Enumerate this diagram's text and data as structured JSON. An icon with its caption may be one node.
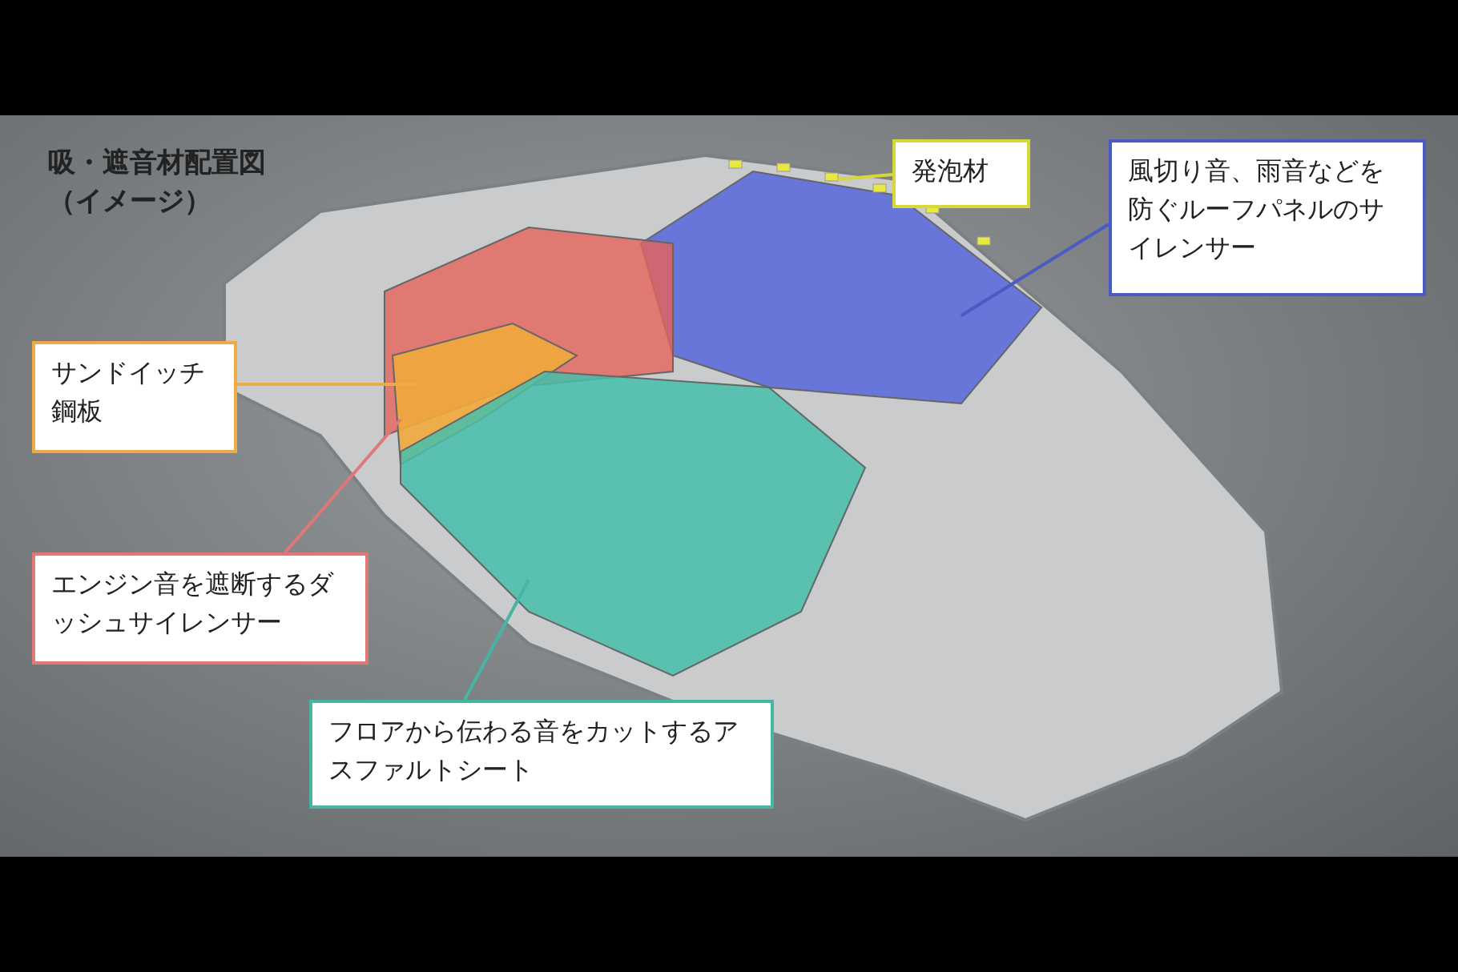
{
  "diagram": {
    "title": "吸・遮音材配置図（イメージ）",
    "nodes": [
      {
        "text": [
          "発泡材"
        ]
      },
      {
        "text": [
          "風切り音、雨音などを防ぐルーフパネルのサイレンサー"
        ]
      },
      {
        "text": [
          "サンドイッチ鋼板"
        ]
      },
      {
        "text": [
          "エンジン音を遮断するダッシュサイレンサー"
        ]
      },
      {
        "text": [
          "フロアから伝わる音をカットするアスファルトシート"
        ]
      },
      {
        "text": [],
        "shape": "picture"
      },
      {
        "text": [],
        "shape": "picture"
      },
      {
        "text": [],
        "shape": "picture"
      },
      {
        "text": [],
        "shape": "picture"
      },
      {
        "text": [],
        "shape": "picture"
      }
    ],
    "edges": [
      {
        "from": 0,
        "to": 5,
        "arrow": "none",
        "color": "#d6d83a"
      },
      {
        "from": 1,
        "to": 6,
        "arrow": "none",
        "color": "#4a5cc4"
      },
      {
        "from": 2,
        "to": 7,
        "arrow": "none",
        "color": "#f0a848"
      },
      {
        "from": 3,
        "to": 8,
        "arrow": "none",
        "color": "#e07878"
      },
      {
        "from": 4,
        "to": 9,
        "arrow": "none",
        "color": "#48b4a4"
      }
    ]
  }
}
